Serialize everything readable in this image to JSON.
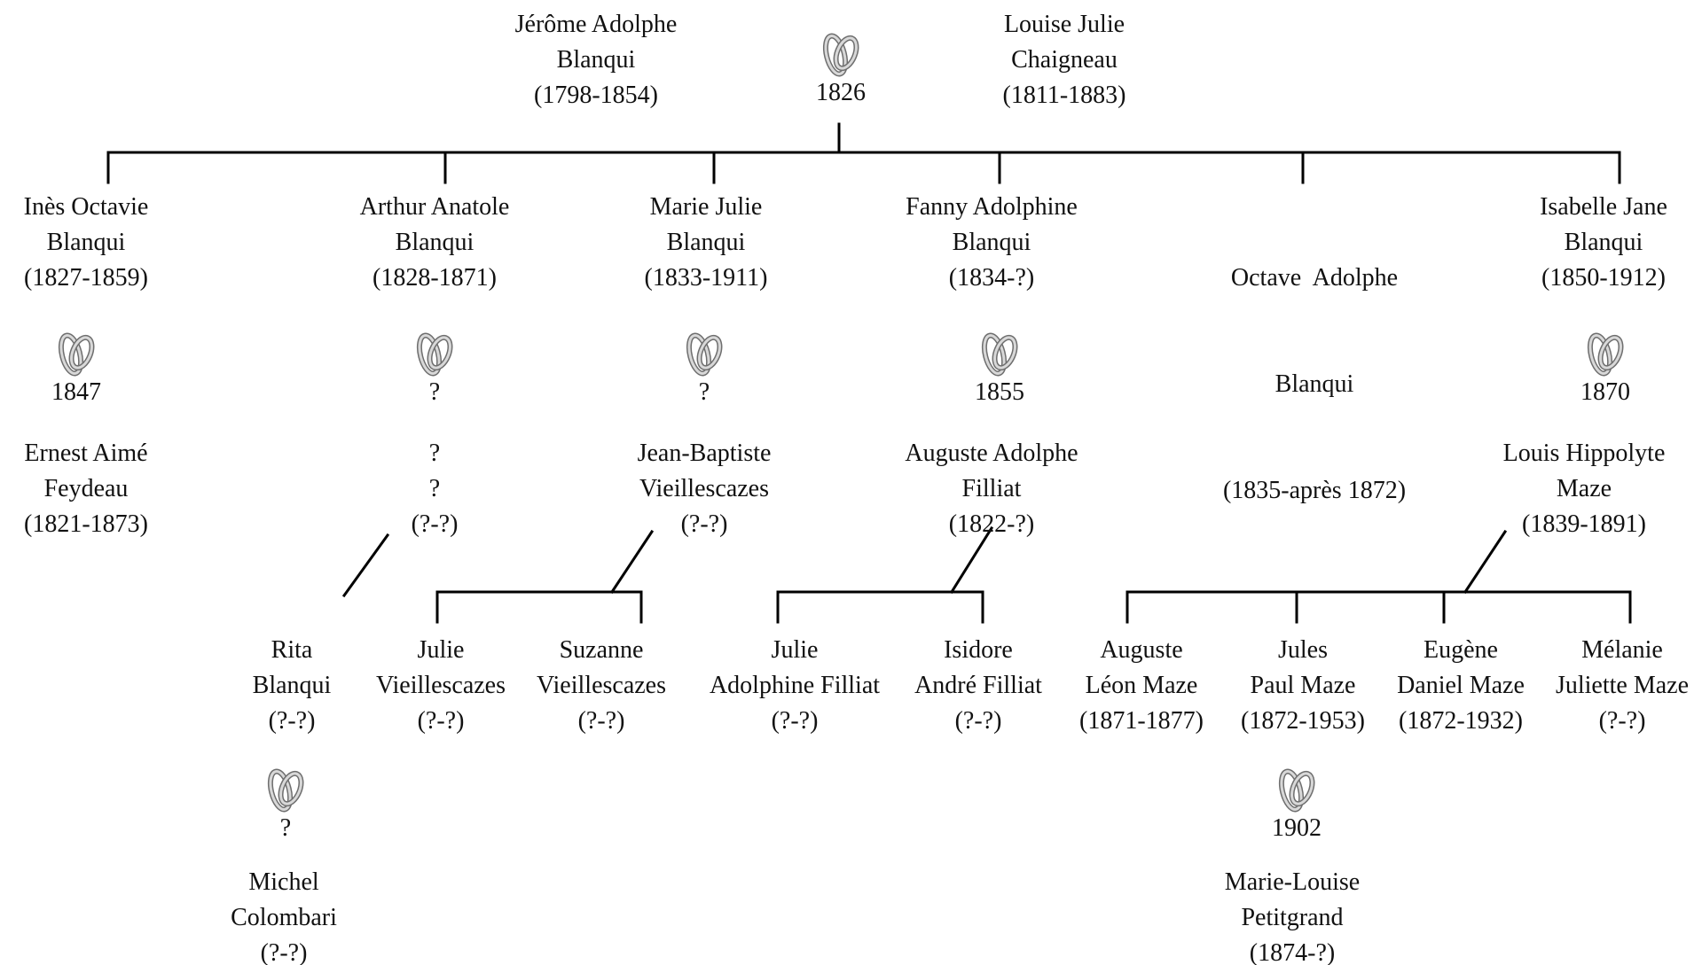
{
  "colors": {
    "line": "#000000",
    "text": "#111111",
    "ring_light": "#d8d8d8",
    "ring_dark": "#6e6e6e"
  },
  "icon": "wedding-rings-icon",
  "persons": {
    "jerome": {
      "l1": "Jérôme Adolphe",
      "l2": "Blanqui",
      "dates": "(1798-1854)"
    },
    "louise": {
      "l1": "Louise Julie",
      "l2": "Chaigneau",
      "dates": "(1811-1883)"
    },
    "ines": {
      "l1": "Inès Octavie",
      "l2": "Blanqui",
      "dates": "(1827-1859)"
    },
    "arthur": {
      "l1": "Arthur Anatole",
      "l2": "Blanqui",
      "dates": "(1828-1871)"
    },
    "mariejulie": {
      "l1": "Marie Julie",
      "l2": "Blanqui",
      "dates": "(1833-1911)"
    },
    "fanny": {
      "l1": "Fanny Adolphine",
      "l2": "Blanqui",
      "dates": "(1834-?)"
    },
    "octave": {
      "l1": "Octave  Adolphe",
      "l2": "Blanqui",
      "dates": "(1835-après 1872)"
    },
    "isabelle": {
      "l1": "Isabelle Jane",
      "l2": "Blanqui",
      "dates": "(1850-1912)"
    },
    "ernest": {
      "l1": "Ernest Aimé",
      "l2": "Feydeau",
      "dates": "(1821-1873)"
    },
    "unknown": {
      "l1": "?",
      "l2": "?",
      "dates": "(?-?)"
    },
    "jeanbaptiste": {
      "l1": "Jean-Baptiste",
      "l2": "Vieillescazes",
      "dates": "(?-?)"
    },
    "auguste_adolphe": {
      "l1": "Auguste Adolphe",
      "l2": "Filliat",
      "dates": "(1822-?)"
    },
    "louis": {
      "l1": "Louis Hippolyte",
      "l2": "Maze",
      "dates": "(1839-1891)"
    },
    "rita": {
      "l1": "Rita",
      "l2": "Blanqui",
      "dates": "(?-?)"
    },
    "julie_v": {
      "l1": "Julie",
      "l2": "Vieillescazes",
      "dates": "(?-?)"
    },
    "suzanne": {
      "l1": "Suzanne",
      "l2": "Vieillescazes",
      "dates": "(?-?)"
    },
    "julie_f": {
      "l1": "Julie",
      "l2": "Adolphine Filliat",
      "dates": "(?-?)"
    },
    "isidore": {
      "l1": "Isidore",
      "l2": "André Filliat",
      "dates": "(?-?)"
    },
    "auguste_leon": {
      "l1": "Auguste",
      "l2": "Léon Maze",
      "dates": "(1871-1877)"
    },
    "jules": {
      "l1": "Jules",
      "l2": "Paul Maze",
      "dates": "(1872-1953)"
    },
    "eugene": {
      "l1": "Eugène",
      "l2": "Daniel Maze",
      "dates": "(1872-1932)"
    },
    "melanie": {
      "l1": "Mélanie",
      "l2": "Juliette Maze",
      "dates": "(?-?)"
    },
    "michel": {
      "l1": "Michel",
      "l2": "Colombari",
      "dates": "(?-?)"
    },
    "marielouise": {
      "l1": "Marie-Louise",
      "l2": "Petitgrand",
      "dates": "(1874-?)"
    }
  },
  "marriages": {
    "parents": "1826",
    "ines": "1847",
    "arthur": "?",
    "mariejulie": "?",
    "fanny": "1855",
    "isabelle": "1870",
    "rita": "?",
    "jules": "1902"
  }
}
